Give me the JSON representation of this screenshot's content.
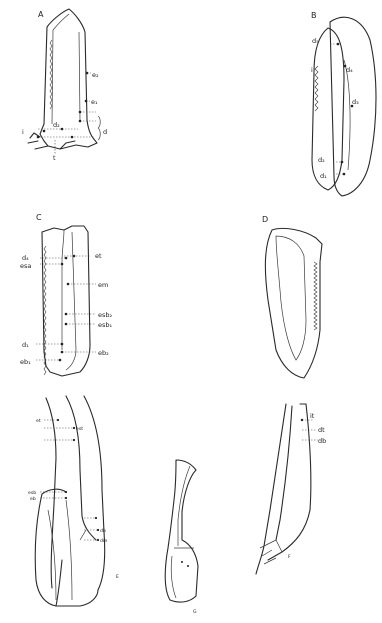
{
  "figure": {
    "panel_labels": {
      "A": "A",
      "B": "B",
      "C": "C",
      "D": "D",
      "E": "E",
      "F": "F",
      "G": "G"
    },
    "panel_A": {
      "e2": "e₂",
      "e1": "e₁",
      "d2": "d₂",
      "d": "d",
      "i": "i",
      "t": "t"
    },
    "panel_B": {
      "d5": "d₅",
      "d4": "d₄",
      "d3": "d₃",
      "d2": "d₂",
      "d1": "d₁",
      "i": "i"
    },
    "panel_C": {
      "d4": "d₄",
      "esa": "esa",
      "et": "et",
      "em": "em",
      "esb2": "esb₂",
      "esb1": "esb₁",
      "d1": "d₁",
      "eb2": "eb₂",
      "eb1": "eb₁"
    },
    "panel_E": {
      "et": "et",
      "est": "est",
      "esb": "esb",
      "eb": "eb",
      "db": "db",
      "dm": "dm"
    },
    "panel_F": {
      "it": "it",
      "dt": "dt",
      "db": "db"
    }
  }
}
